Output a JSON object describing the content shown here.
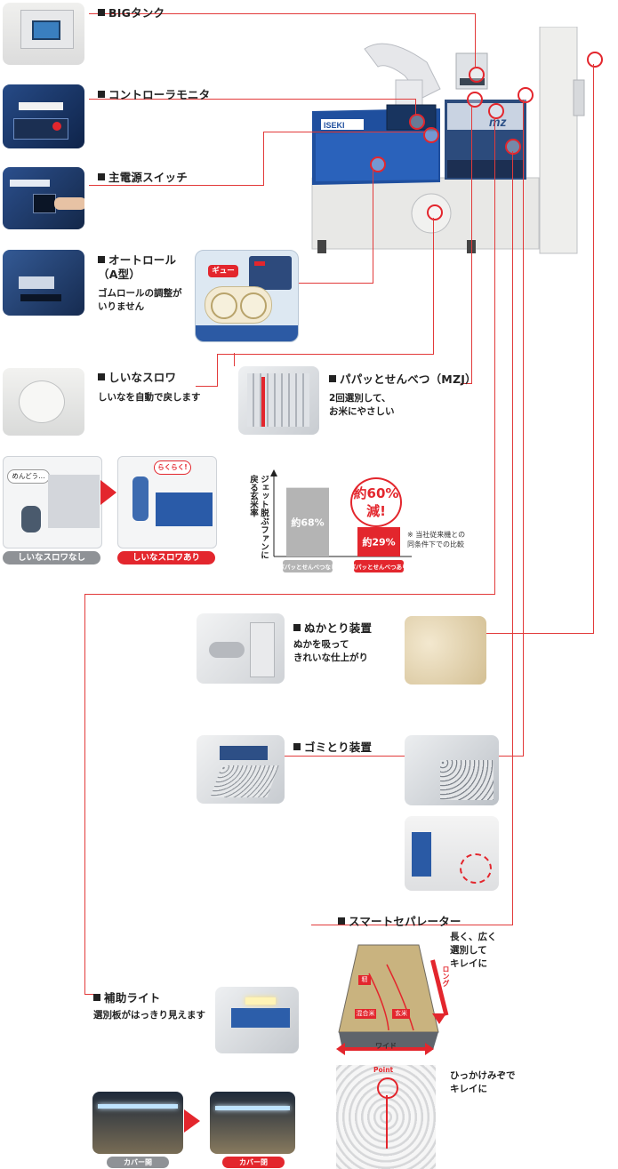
{
  "features": {
    "big_tank": {
      "title": "BIGタンク"
    },
    "controller_monitor": {
      "title": "コントローラモニタ"
    },
    "main_switch": {
      "title": "主電源スイッチ"
    },
    "auto_roll": {
      "title": "オートロール",
      "subtitle": "（A型）",
      "desc": "ゴムロールの調整が\nいりません",
      "bubble": "ギュー"
    },
    "shiina_blower": {
      "title": "しいなスロワ",
      "desc": "しいなを自動で戻します",
      "before": "しいなスロワなし",
      "after": "しいなスロワあり",
      "bubble_before": "めんどう…",
      "bubble_after": "らくらく!"
    },
    "papa_sort": {
      "title": "パパッとせんべつ（MZJ）",
      "desc": "2回選別して、\nお米にやさしい"
    },
    "nuka_tori": {
      "title": "ぬかとり装置",
      "desc": "ぬかを吸って\nきれいな仕上がり"
    },
    "gomi_tori": {
      "title": "ゴミとり装置"
    },
    "smart_separator": {
      "title": "スマートセパレーター",
      "desc_long": "長く、広く\n選別して\nキレイに",
      "label_long": "ロング",
      "label_wide": "ワイド",
      "desc_point": "ひっかけみぞで\nキレイに",
      "point": "Point",
      "tags": [
        "籾",
        "混合米",
        "玄米"
      ]
    },
    "aux_light": {
      "title": "補助ライト",
      "desc": "選別板がはっきり見えます",
      "cap_open": "カバー開",
      "cap_closed": "カバー閉"
    }
  },
  "machine": {
    "brand": "ISEKI",
    "model": "mz"
  },
  "chart_data": {
    "type": "bar",
    "ylabel": "ジェット脱ぷファンに\n戻る玄米率",
    "categories": [
      "パパッとせんべつなし",
      "パパッとせんべつあり"
    ],
    "values": [
      68,
      29
    ],
    "labels": [
      "約68%",
      "約29%"
    ],
    "colors": [
      "#b4b4b4",
      "#e3262d"
    ],
    "callout": "約60%\n減!",
    "footnote": "※ 当社従来機との\n同条件下での比較",
    "ylim": [
      0,
      80
    ]
  },
  "colors": {
    "accent": "#e3262d",
    "machine_blue": "#1f4f9e"
  }
}
